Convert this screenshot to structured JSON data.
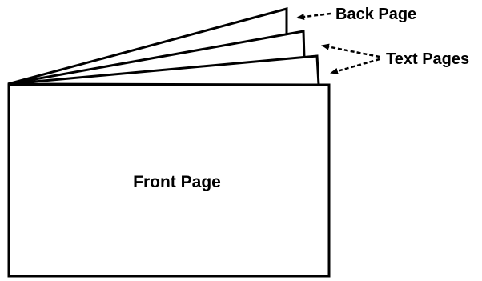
{
  "labels": {
    "back_page": "Back Page",
    "text_pages": "Text Pages",
    "front_page": "Front Page"
  },
  "colors": {
    "stroke": "#000000",
    "background": "#ffffff"
  }
}
